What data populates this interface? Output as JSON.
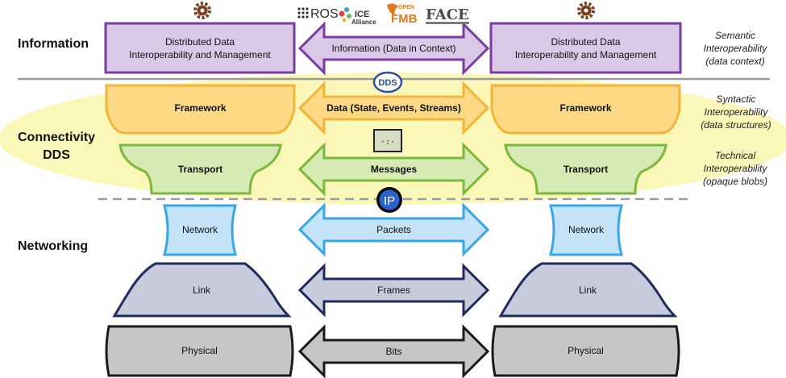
{
  "layers": {
    "information": "Information",
    "connectivity_line1": "Connectivity",
    "connectivity_line2": "DDS",
    "networking": "Networking"
  },
  "descriptions": {
    "semantic": [
      "Semantic",
      "Interoperability",
      "(data context)"
    ],
    "syntactic": [
      "Syntactic",
      "Interoperability",
      "(data structures)"
    ],
    "technical": [
      "Technical",
      "Interoperability",
      "(opaque blobs)"
    ]
  },
  "stack": {
    "info_box": [
      "Distributed Data",
      "Interoperability and Management"
    ],
    "framework": "Framework",
    "transport": "Transport",
    "network": "Network",
    "link": "Link",
    "physical": "Physical"
  },
  "arrows": {
    "information": "Information (Data in Context)",
    "data": "Data (State, Events, Streams)",
    "messages": "Messages",
    "packets": "Packets",
    "frames": "Frames",
    "bits": "Bits"
  },
  "logos": {
    "ros": "ROS",
    "ice_line1": "ICE",
    "ice_line2": "Alliance",
    "fmb_small": "OPEN",
    "fmb": "FMB",
    "face": "FACE",
    "dds": "DDS",
    "ip": "IP"
  },
  "colors": {
    "purple_fill": "#d9c9e7",
    "purple_stroke": "#7a3c9e",
    "yellow_fill": "#fdd985",
    "yellow_stroke": "#f3b43a",
    "green_fill": "#d6eab3",
    "green_stroke": "#7cb83b",
    "blue_fill": "#c5e3f6",
    "blue_stroke": "#38a6e6",
    "slate_fill": "#c7cbdc",
    "slate_stroke": "#1f2b5a",
    "gray_fill": "#c6c6c6",
    "gray_stroke": "#1a1a1a",
    "ellipse_fill": "#fbf7b5",
    "gear": "#7a4020"
  }
}
